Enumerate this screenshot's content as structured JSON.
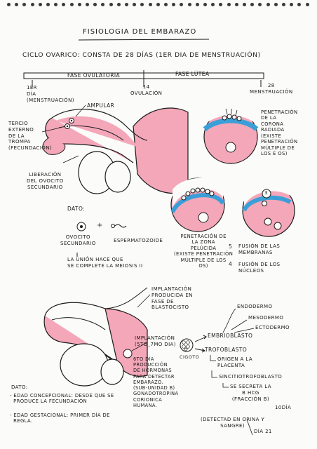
{
  "title": "FISIOLOGIA DEL EMBARAZO",
  "cycle": {
    "heading": "CICLO OVARICO: CONSTA DE 28 DÍAS (1er DIA DE MENSTRUACIÓN)",
    "phase_follicular": "FASE OVULATORIA",
    "phase_luteal": "FASE LÚTEA",
    "day1": "1ER\nDÍA\n(MENSTRUACIÓN)",
    "day14": "14\nOVULACIÓN",
    "day28": "28\nMENSTRUACIÓN"
  },
  "tube": {
    "ampullar": "AMPULAR",
    "fertilization_site": "TERCIO\nEXTERNO\nDE LA\nTROMPA\n(FECUNDACIÓN)",
    "ovulation_release": "LIBERACIÓN\nDEL OVOCITO\nSECUNDARIO"
  },
  "fact": {
    "label": "DATO:",
    "oocyte": "OVOCITO\nSECUNDARIO",
    "sperm": "ESPERMATOZOIDE",
    "plus": "+",
    "meiosis_note": "LA UNIÓN HACE QUE\nSE COMPLETE LA MEIOSIS II"
  },
  "stages": {
    "corona": "PENETRACIÓN\nDE LA\nCORONA\nRADIADA\n(EXISTE\nPENETRACIÓN\nMÚLTIPLE DE\nLOS E Os)",
    "zona": "PENETRACIÓN DE\nLA ZONA\nPELÚCIDA\n(EXISTE PENETRACIÓN\nMÚLTIPLE DE LOS\nOs)",
    "fusion_membranes": "FUSIÓN DE LAS\nMEMBRANAS",
    "fusion_nuclei": "FUSIÓN DE LOS\nNÚCLEOS",
    "num5": "5",
    "num4": "4",
    "num3": "3"
  },
  "implantation": {
    "blastocyst": "IMPLANTACIÓN\nPRODUCIDA EN\nFASE DE\nBLASTOCISTO",
    "days": "IMPLANTACIÓN\n(5TO_7MO DIA)",
    "zygote": "CIGOTO",
    "embryoblast": "EMBRIOBLASTO",
    "trophoblast": "TROFOBLASTO",
    "endoderm": "ENDODERMO",
    "mesoderm": "MESODERMO",
    "ectoderm": "ECTODERMO",
    "placenta": "ORIGEN A LA\nPLACENTA",
    "syncytio": "SINCITIOTROFOBLASTO",
    "secretes": "SE SECRETA LA\nB HCG\n(FRACCIÓN β)",
    "day10": "10DÍA",
    "detect": "(DETECTAD EN ORINA Y\nSANGRE)",
    "day21": "DÍA 21",
    "hormones": "6TO DÍA\nPRODUCCIÓN\nDE HORMONAS\nPARA DETECTAR\nEMBARAZO.\n(SUB-UNIDAD β)\nGONADOTROPINA\nCORIONICA\nHUMANA."
  },
  "notes": {
    "label": "DATO:",
    "conceptional": "- EDAD CONCEPCIONAL: DESDE QUE SE\n  PRODUCE LA FECUNDACIÓN",
    "gestational": "- EDAD GESTACIONAL: PRIMER DÍA DE\n  REGLA."
  },
  "colors": {
    "pink": "#f4a7b9",
    "blue": "#3a9fd8",
    "ink": "#1a1a1a"
  }
}
